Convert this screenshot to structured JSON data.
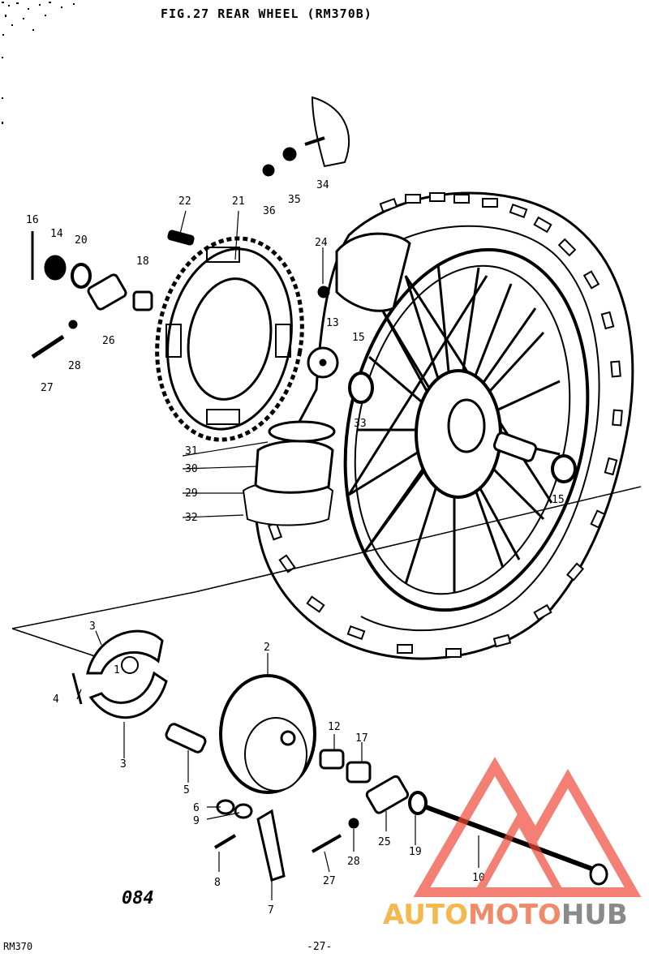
{
  "title": "FIG.27  REAR WHEEL (RM370B)",
  "ref_code": "084",
  "model": "RM370",
  "page_number": "-27-",
  "watermark": {
    "part1": "AUTO",
    "part2": "MOTO",
    "part3": "HUB",
    "color_logo": "#f04a3a"
  },
  "callouts": {
    "c16": "16",
    "c14": "14",
    "c20": "20",
    "c22": "22",
    "c21": "21",
    "c36": "36",
    "c35": "35",
    "c34": "34",
    "c18": "18",
    "c26": "26",
    "c28a": "28",
    "c27a": "27",
    "c24": "24",
    "c13": "13",
    "c15a": "15",
    "c33": "33",
    "c31": "31",
    "c30": "30",
    "c29": "29",
    "c32": "32",
    "c15b": "15",
    "c3a": "3",
    "c3b": "3",
    "c4": "4",
    "c2": "2",
    "c1": "1",
    "c5": "5",
    "c6": "6",
    "c9": "9",
    "c8": "8",
    "c7": "7",
    "c12": "12",
    "c17": "17",
    "c25": "25",
    "c19": "19",
    "c10": "10",
    "c27b": "27",
    "c28b": "28"
  }
}
